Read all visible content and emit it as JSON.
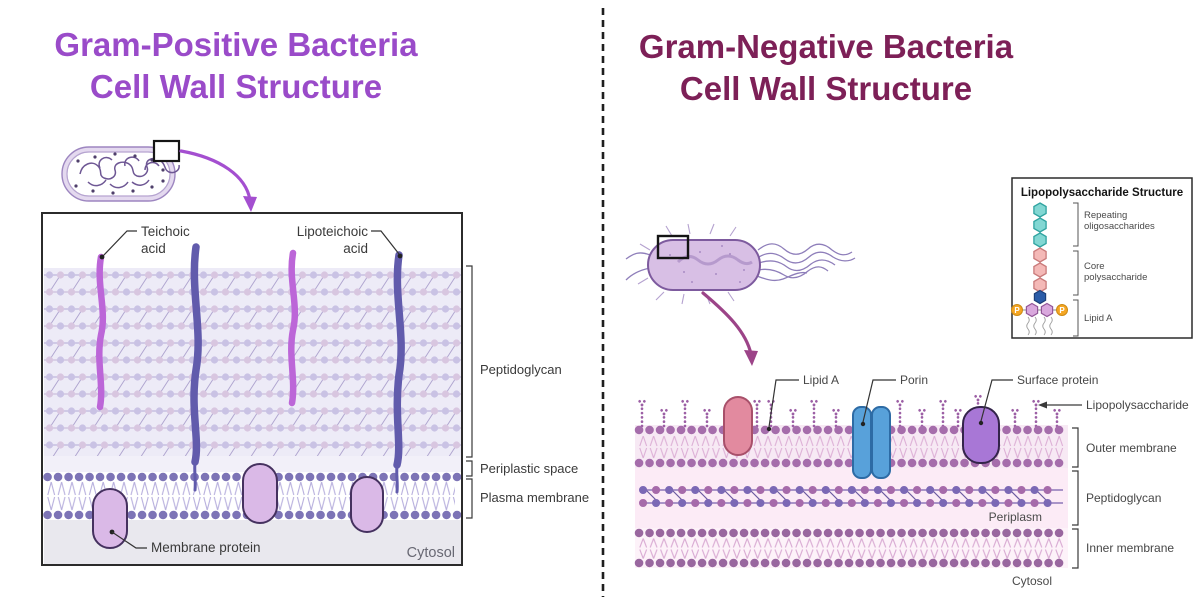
{
  "left_panel": {
    "title_line1": "Gram-Positive Bacteria",
    "title_line2": "Cell Wall Structure",
    "labels": {
      "teichoic_line1": "Teichoic",
      "teichoic_line2": "acid",
      "lipoteichoic_line1": "Lipoteichoic",
      "lipoteichoic_line2": "acid",
      "membrane_protein": "Membrane protein",
      "cytosol": "Cytosol"
    },
    "layer_labels": {
      "peptidoglycan": "Peptidoglycan",
      "periplastic_space": "Periplastic space",
      "plasma_membrane": "Plasma membrane"
    }
  },
  "right_panel": {
    "title_line1": "Gram-Negative Bacteria",
    "title_line2": "Cell Wall Structure",
    "labels": {
      "lipid_a": "Lipid A",
      "porin": "Porin",
      "surface_protein": "Surface protein",
      "lipopolysaccharide": "Lipopolysaccharide",
      "periplasm": "Periplasm",
      "cytosol": "Cytosol"
    },
    "layer_labels": {
      "outer_membrane": "Outer membrane",
      "peptidoglycan": "Peptidoglycan",
      "inner_membrane": "Inner membrane"
    },
    "lps_inset": {
      "title": "Lipopolysaccharide Structure",
      "repeating_line1": "Repeating",
      "repeating_line2": "oligosaccharides",
      "core_line1": "Core",
      "core_line2": "polysaccharide",
      "lipid_a": "Lipid A",
      "phosphate_symbol": "P"
    }
  },
  "colors": {
    "left_title": "#9a4bc9",
    "right_title": "#7d2057",
    "teichoic_acid": "#bc66d8",
    "lipoteichoic_acid": "#615bac",
    "membrane_protein_fill": "#dab9e7",
    "lipid_a_protein_fill": "#e28a9f",
    "porin_fill": "#58a1da",
    "surface_protein_fill": "#a877d6",
    "phosphate_fill": "#f5a623",
    "repeating_oligosaccharide_fill": "#82d7d3",
    "core_polysaccharide_fill": "#f4b9b7",
    "inner_core_fill": "#2b5ca8",
    "outer_membrane_head": "#a56dab",
    "plasma_membrane_head": "#7d74b6"
  }
}
